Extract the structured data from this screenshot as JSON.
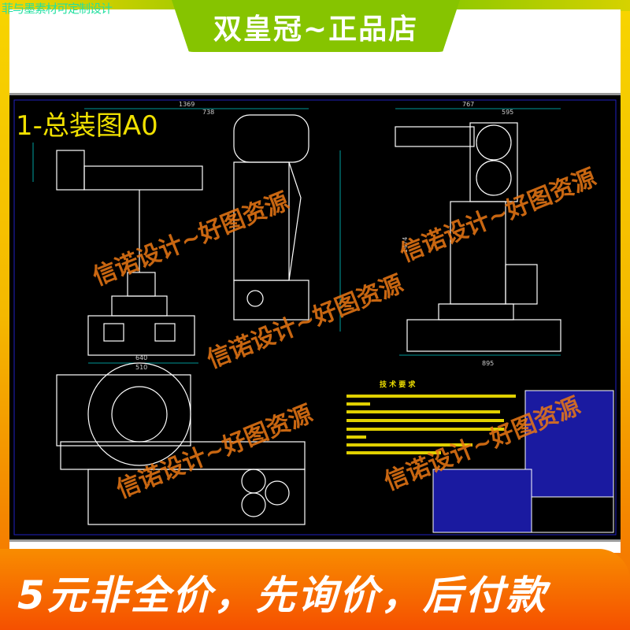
{
  "header": {
    "corner_text": "菲与墨素材可定制设计",
    "store_title": "双皇冠~正品店"
  },
  "drawing": {
    "title": "1-总装图A0",
    "tech_req_title": "技 术 要 求",
    "dimensions": {
      "front_width": "1369",
      "front_top": "738",
      "side_top": "767",
      "side_top2": "595",
      "side_bottom": "895",
      "plan_width": "640",
      "plan_width2": "510",
      "side_height": "1474"
    },
    "watermark": "信诺设计~好图资源",
    "colors": {
      "background": "#000000",
      "lines": "#ffffff",
      "dims": "#00c8c8",
      "title": "#f0e000",
      "tables": "#1a1aa0"
    }
  },
  "footer": {
    "banner_text": "5元非全价，先询价，后付款"
  }
}
